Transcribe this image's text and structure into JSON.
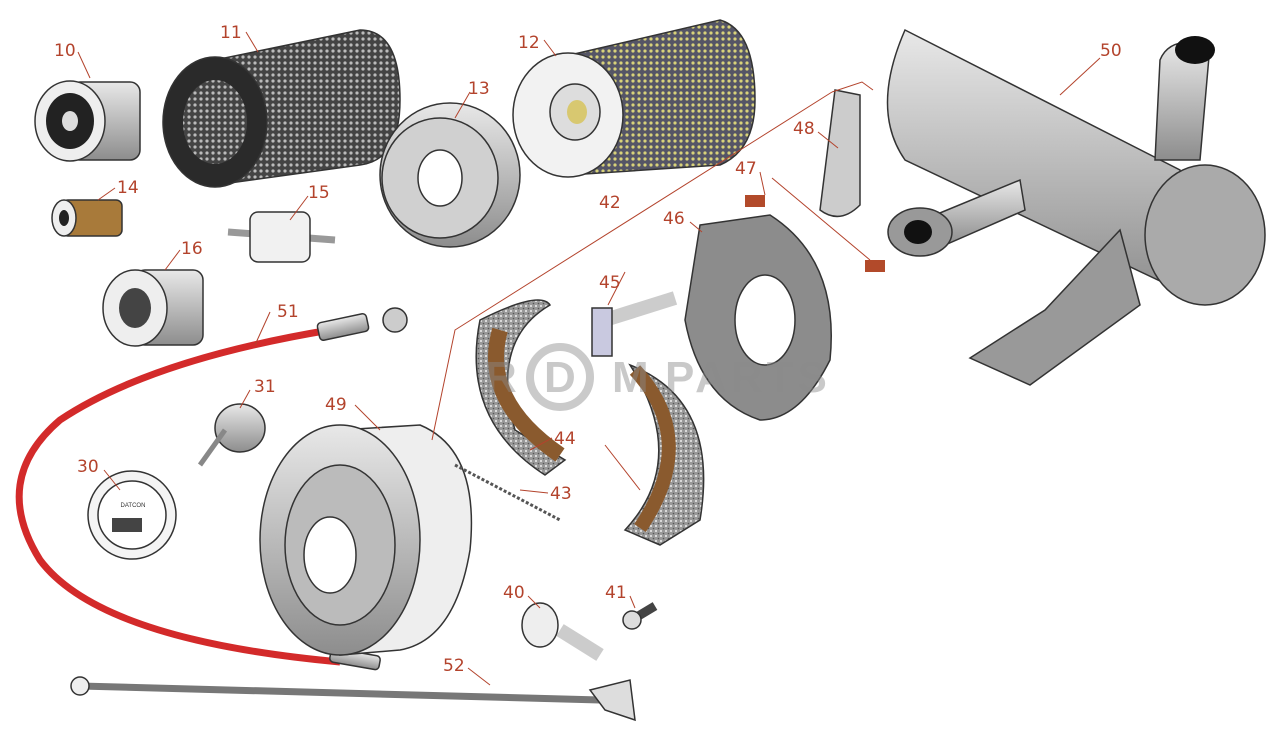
{
  "callouts": [
    "10",
    "11",
    "12",
    "13",
    "14",
    "15",
    "16",
    "51",
    "31",
    "30",
    "49",
    "42",
    "45",
    "46",
    "47",
    "48",
    "50",
    "44",
    "43",
    "40",
    "41",
    "52"
  ],
  "watermark": {
    "letters": [
      "R",
      "D",
      "M",
      "PARTS"
    ]
  },
  "gauge_brand": "DATCON",
  "colors": {
    "label": "#b3432c",
    "cable": "#d32a2a",
    "metal": "#b8b8b8",
    "lining": "#8a5a2e"
  }
}
